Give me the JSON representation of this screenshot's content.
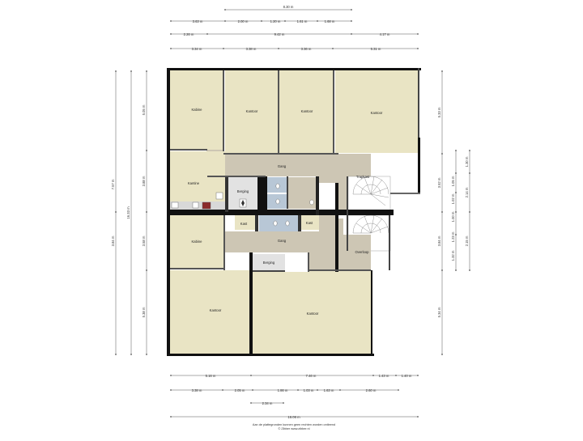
{
  "colors": {
    "office": "#e9e4c4",
    "corridor": "#cdc6b4",
    "bathroom": "#e0e0e0",
    "toilet": "#b8c7d6",
    "stairs": "#ffffff",
    "wall": "#111111",
    "dim": "#555555"
  },
  "dims_top": {
    "r1": [
      "8.30 m"
    ],
    "r2": [
      "3.63 m",
      "2.00 m",
      "1.20 m",
      "1.61 m",
      "1.68 m"
    ],
    "r3": [
      "2.26 m",
      "9.42 m",
      "4.17 m"
    ],
    "r4": [
      "3.34 m",
      "3.38 m",
      "3.36 m",
      "5.31 m"
    ]
  },
  "dims_left": {
    "outer": [
      "16.33 m"
    ],
    "mid": [
      "7.57 m",
      "3.84 m"
    ],
    "inner": [
      "5.05 m",
      "3.88 m",
      "3.58 m",
      "5.38 m"
    ]
  },
  "dims_right": {
    "inner": [
      "5.33 m",
      "3.52 m",
      "3.84 m",
      "5.34 m"
    ],
    "outer_a": [
      "1.30 m",
      "2.14 m",
      "2.15 m"
    ],
    "outer_b": [
      "1.32 m",
      "1.23 m",
      "1.00 m",
      "1.02 m",
      "1.05 m"
    ]
  },
  "dims_bottom": {
    "r1": [
      "5.16 m",
      "7.46 m",
      "1.43 m",
      "1.40 m"
    ],
    "r2": [
      "3.38 m",
      "2.05 m",
      "1.86 m",
      "1.03 m",
      "1.63 m",
      "2.60 m"
    ],
    "r3": [
      "2.34 m"
    ],
    "r4": [
      "16.06 m"
    ]
  },
  "rooms": {
    "kabine_top": "Kabine",
    "kantoor_1": "Kantoor",
    "kantoor_2": "Kantoor",
    "kantoor_3": "Kantoor",
    "gang_top": "Gang",
    "kantine": "Kantine",
    "berging_top": "Berging",
    "trapkast": "Trapkast",
    "kast_1": "Kast",
    "kast_2": "Kast",
    "kabine_mid": "Kabine",
    "gang_bottom": "Gang",
    "berging_bottom": "Berging",
    "kantoor_4": "Kantoor",
    "kantoor_5": "Kantoor",
    "overloop": "Overloop"
  },
  "footer": {
    "line1": "Aan de plattegronden kunnen geen rechten worden ontleend",
    "line2": "© Zibber www.zibber.nl"
  }
}
